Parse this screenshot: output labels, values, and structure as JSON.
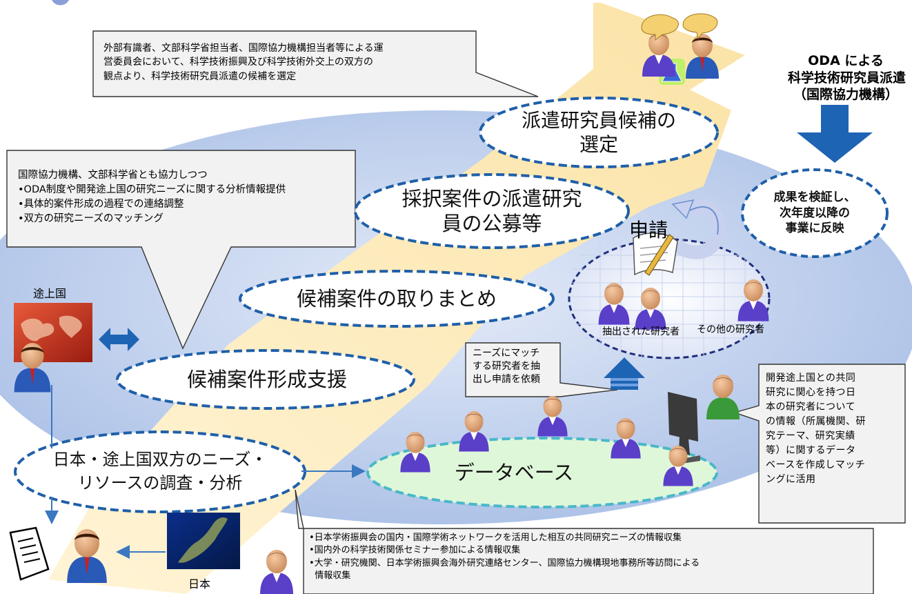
{
  "header": {
    "title_fragment": "科学技術研究員派遣支援システム（概要）"
  },
  "oda": {
    "line1": "ODA による",
    "line2": "科学技術研究員派遣",
    "line3": "（国際協力機構）"
  },
  "stages": {
    "selection": {
      "line1": "派遣研究員候補の",
      "line2": "選定"
    },
    "recruit": {
      "line1": "採択案件の派遣研究",
      "line2": "員の公募等"
    },
    "compile": {
      "label": "候補案件の取りまとめ"
    },
    "formation": {
      "label": "候補案件形成支援"
    },
    "survey": {
      "line1": "日本・途上国双方のニーズ・",
      "line2": "リソースの調査・分析"
    },
    "database": {
      "label": "データベース"
    }
  },
  "feedback": {
    "line1": "成果を検証し、",
    "line2": "次年度以降の",
    "line3": "事業に反映"
  },
  "apply_label": "申請",
  "researchers": {
    "extracted": "抽出された研究者",
    "others": "その他の研究者"
  },
  "places": {
    "developing": "途上国",
    "japan": "日本"
  },
  "callouts": {
    "committee": [
      "外部有識者、文部科学省担当者、国際協力機構担当者等による運",
      "営委員会において、科学技術振興及び科学技術外交上の双方の",
      "観点より、科学技術研究員派遣の候補を選定"
    ],
    "coordination": [
      "国際協力機構、文部科学省とも協力しつつ",
      "•ODA制度や開発途上国の研究ニーズに関する分析情報提供",
      "•具体的案件形成の過程での連絡調整",
      "•双方の研究ニーズのマッチング"
    ],
    "matching": [
      "ニーズにマッチ",
      "する研究者を抽",
      "出し申請を依頼"
    ],
    "database_info": [
      "開発途上国との共同",
      "研究に関心を持つ日",
      "本の研究者について",
      "の情報（所属機関、研",
      "究テーマ、研究実績",
      "等）に関するデータ",
      "ベースを作成しマッチ",
      "ングに活用"
    ],
    "info_collection": [
      "•日本学術振興会の国内・国際学術ネットワークを活用した相互の共同研究ニーズの情報収集",
      "•国内外の科学技術関係セミナー参加による情報収集",
      "•大学・研究機関、日本学術振興会海外研究連絡センター、国際協力機構現地事務所等訪問による",
      "  情報収集"
    ]
  },
  "colors": {
    "band": "#fde9b8",
    "ellipse_fill": "#bccbe8",
    "oval_border": "#1f5fa8",
    "arrow_blue": "#1e64b4",
    "db_fill": "#dff7d9",
    "db_border": "#48b8c8",
    "callout_fill": "#f2f2f2",
    "person_suit": "#5b3ec8"
  },
  "icons": [
    "person-icon",
    "globe-map-icon",
    "flask-icon",
    "document-pen-icon",
    "clipboard-icon",
    "computer-monitor-icon",
    "japan-map-icon"
  ]
}
